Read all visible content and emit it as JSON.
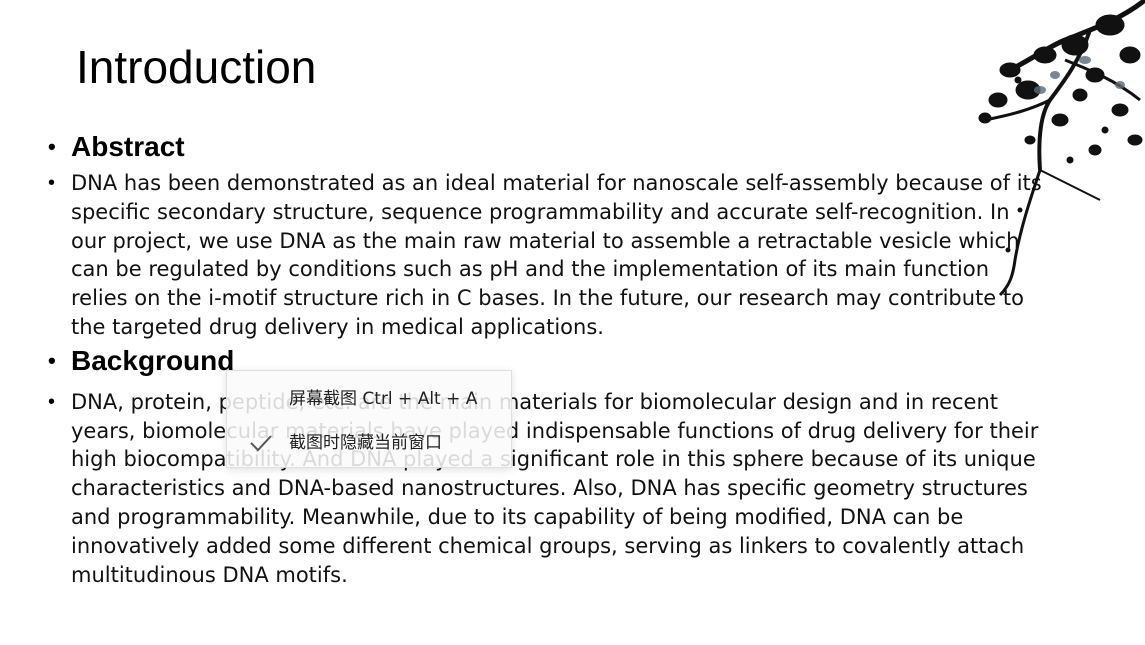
{
  "slide": {
    "title": "Introduction",
    "sections": [
      {
        "heading": "Abstract",
        "text": "DNA has been demonstrated as an ideal material for nanoscale self-assembly because of its specific secondary structure, sequence programmability and accurate self-recognition. In our project, we use DNA as the main raw material to assemble a retractable vesicle which can be regulated by conditions such as pH and the implementation of its main function relies on the i-motif structure rich in C bases. In the future, our research may contribute to the targeted drug delivery in medical applications."
      },
      {
        "heading": "Background",
        "text": "DNA, protein, peptide, etc. are the main materials for biomolecular design and in recent years, biomolecular materials have played indispensable functions of drug delivery for their high biocompatibility. And DNA played a significant role in this sphere because of its unique characteristics and DNA-based nanostructures. Also, DNA has specific geometry structures and programmability. Meanwhile, due to its capability of being modified, DNA can be innovatively added some different chemical groups, serving as linkers to covalently attach multitudinous DNA motifs."
      }
    ],
    "bullet_char": "•"
  },
  "context_menu": {
    "items": [
      {
        "label": "屏幕截图 Ctrl + Alt + A",
        "checked": false
      },
      {
        "label": "截图时隐藏当前窗口",
        "checked": true
      }
    ]
  },
  "icons": {
    "check": "checkmark-icon",
    "decoration": "ink-plum-branch-icon"
  }
}
